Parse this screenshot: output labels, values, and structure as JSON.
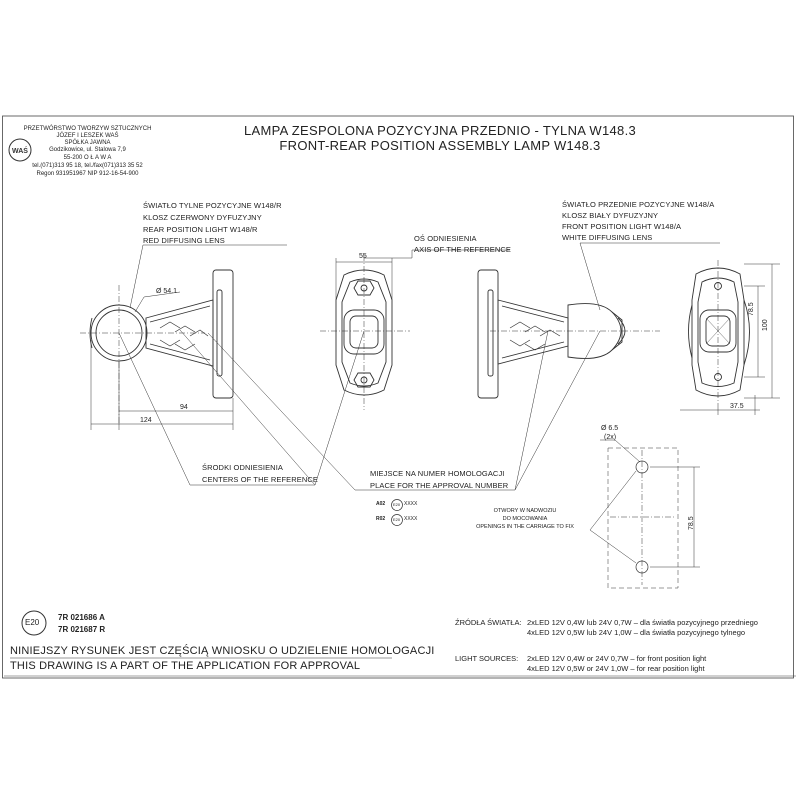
{
  "company": {
    "lines": [
      "PRZETWÓRSTWO TWORZYW SZTUCZNYCH",
      "JÓZEF I LESZEK WAŚ",
      "SPÓŁKA JAWNA",
      "Godzikowice, ul. Stalowa 7,9",
      "55-200   O Ł A W A",
      "tel.(071)313 95 18, tel./fax(071)313 35 52",
      "Regon 931951967 NIP 912-16-54-900"
    ],
    "logo_text": "WAŚ"
  },
  "title": {
    "line1": "LAMPA ZESPOLONA POZYCYJNA PRZEDNIO - TYLNA W148.3",
    "line2": "FRONT-REAR POSITION ASSEMBLY LAMP W148.3"
  },
  "labels": {
    "rear": [
      "ŚWIATŁO TYLNE POZYCYJNE W148/R",
      "KLOSZ  CZERWONY DYFUZYJNY",
      "REAR POSITION LIGHT W148/R",
      "RED DIFFUSING LENS"
    ],
    "axis": [
      "OŚ ODNIESIENIA",
      "AXIS OF THE REFERENCE"
    ],
    "front": [
      "ŚWIATŁO PRZEDNIE POZYCYJNE W148/A",
      "KLOSZ  BIAŁY DYFUZYJNY",
      "FRONT POSITION LIGHT W148/A",
      "WHITE DIFFUSING LENS"
    ],
    "centers": [
      "ŚRODKI ODNIESIENIA",
      "CENTERS OF THE REFERENCE"
    ],
    "approval": [
      "MIEJSCE NA NUMER HOMOLOGACJI",
      "PLACE FOR THE APPROVAL NUMBER"
    ],
    "holes": [
      "OTWORY W NADWOZIU",
      "DO MOCOWANIA",
      "OPENINGS IN THE CARRIAGE TO FIX"
    ]
  },
  "dimensions": {
    "d54": "Ø 54.1",
    "w94": "94",
    "w124": "124",
    "w55": "55",
    "h78a": "78.5",
    "h100": "100",
    "w37": "37.5",
    "d65": "Ø 6.5",
    "x2": "(2x)",
    "h78b": "78.5"
  },
  "marks": {
    "a": {
      "prefix": "A02",
      "circle": "E20",
      "suffix": "XXXX"
    },
    "r": {
      "prefix": "R02",
      "circle": "E20",
      "suffix": "XXXX"
    }
  },
  "homologation": {
    "e_mark": "E20",
    "numbers": [
      "7R 021686 A",
      "7R 021687 R"
    ]
  },
  "statement": {
    "pl": "NINIEJSZY RYSUNEK JEST CZĘŚCIĄ WNIOSKU O  UDZIELENIE HOMOLOGACJI",
    "en": "THIS DRAWING IS A PART OF THE APPLICATION FOR  APPROVAL"
  },
  "sources": {
    "pl_label": "ŹRÓDŁA ŚWIATŁA:",
    "pl_lines": [
      "2xLED 12V 0,4W lub 24V 0,7W – dla światła pozycyjnego przedniego",
      "4xLED 12V 0,5W lub 24V 1,0W – dla światła pozycyjnego tylnego"
    ],
    "en_label": "LIGHT SOURCES:",
    "en_lines": [
      "2xLED 12V 0,4W or 24V 0,7W – for front position light",
      "4xLED 12V 0,5W or 24V 1,0W – for rear position light"
    ]
  }
}
